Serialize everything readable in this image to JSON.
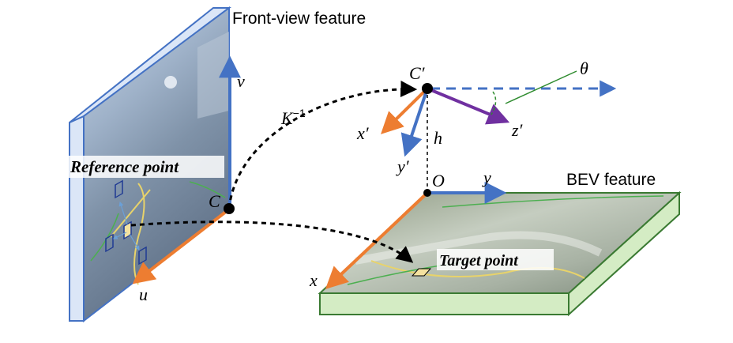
{
  "labels": {
    "front_view_title": "Front-view feature",
    "bev_title": "BEV feature",
    "reference_point": "Reference point",
    "target_point": "Target point",
    "inverse_intrinsic": "K",
    "inverse_intrinsic_sup": "−1",
    "camera_center": "C",
    "camera_center_prime": "C′",
    "theta": "θ",
    "x_prime": "x′",
    "y_prime": "y′",
    "z_prime": "z′",
    "height": "h",
    "origin": "O",
    "axis_y": "y",
    "axis_x": "x",
    "axis_u": "u",
    "axis_v": "v"
  },
  "colors": {
    "panel_blue_edge": "#4472c4",
    "panel_side": "#dbe6f7",
    "bev_green_edge": "#3a7a32",
    "bev_side": "#d4ecc4",
    "axis_blue": "#4472c4",
    "axis_orange": "#ed7d31",
    "axis_purple": "#7030a0",
    "theta_green": "#2e8b2e",
    "path_black": "#000000",
    "point_yellow": "#f4e2a0"
  },
  "icons": {
    "reference_marker": "diamond-marker",
    "sampling_marker": "square-marker",
    "target_marker": "parallelogram-marker"
  }
}
